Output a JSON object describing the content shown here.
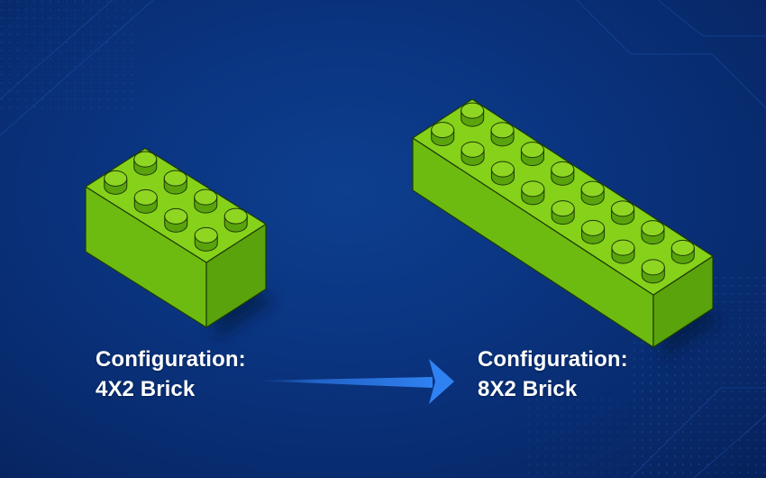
{
  "scene": {
    "colors": {
      "brick_top": "#86d11a",
      "brick_front": "#6dbb10",
      "brick_side": "#5aa30c",
      "stud_top": "#8fd622",
      "outline": "#1c3a05",
      "arrow": "#2a7ae8"
    },
    "left": {
      "caption_label": "Configuration:",
      "caption_value": "4X2 Brick",
      "studs_long": 4,
      "studs_wide": 2
    },
    "right": {
      "caption_label": "Configuration:",
      "caption_value": "8X2 Brick",
      "studs_long": 8,
      "studs_wide": 2
    },
    "arrow_icon": "arrow-right-icon"
  }
}
